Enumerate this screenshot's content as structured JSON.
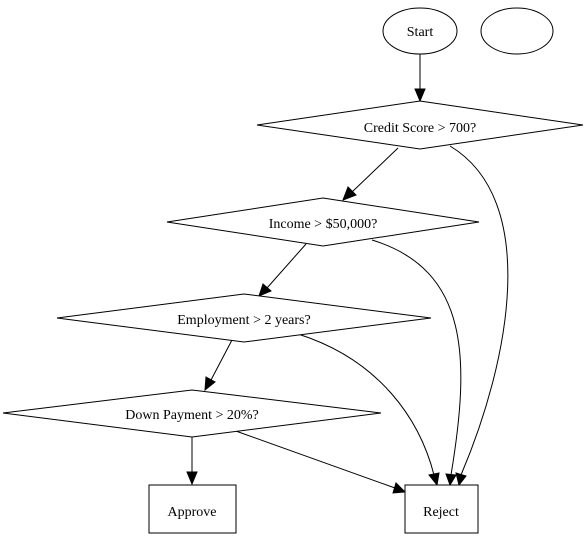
{
  "nodes": {
    "start": {
      "label": "Start",
      "shape": "ellipse"
    },
    "unlabeled": {
      "label": "",
      "shape": "ellipse"
    },
    "credit": {
      "label": "Credit Score > 700?",
      "shape": "diamond"
    },
    "income": {
      "label": "Income > $50,000?",
      "shape": "diamond"
    },
    "employment": {
      "label": "Employment > 2 years?",
      "shape": "diamond"
    },
    "down_payment": {
      "label": "Down Payment > 20%?",
      "shape": "diamond"
    },
    "approve": {
      "label": "Approve",
      "shape": "box"
    },
    "reject": {
      "label": "Reject",
      "shape": "box"
    }
  },
  "edges": [
    {
      "from": "start",
      "to": "credit"
    },
    {
      "from": "credit",
      "to": "income"
    },
    {
      "from": "credit",
      "to": "reject"
    },
    {
      "from": "income",
      "to": "employment"
    },
    {
      "from": "income",
      "to": "reject"
    },
    {
      "from": "employment",
      "to": "down_payment"
    },
    {
      "from": "employment",
      "to": "reject"
    },
    {
      "from": "down_payment",
      "to": "approve"
    },
    {
      "from": "down_payment",
      "to": "reject"
    }
  ],
  "colors": {
    "stroke": "#000000",
    "fill": "#ffffff",
    "text": "#000000"
  }
}
